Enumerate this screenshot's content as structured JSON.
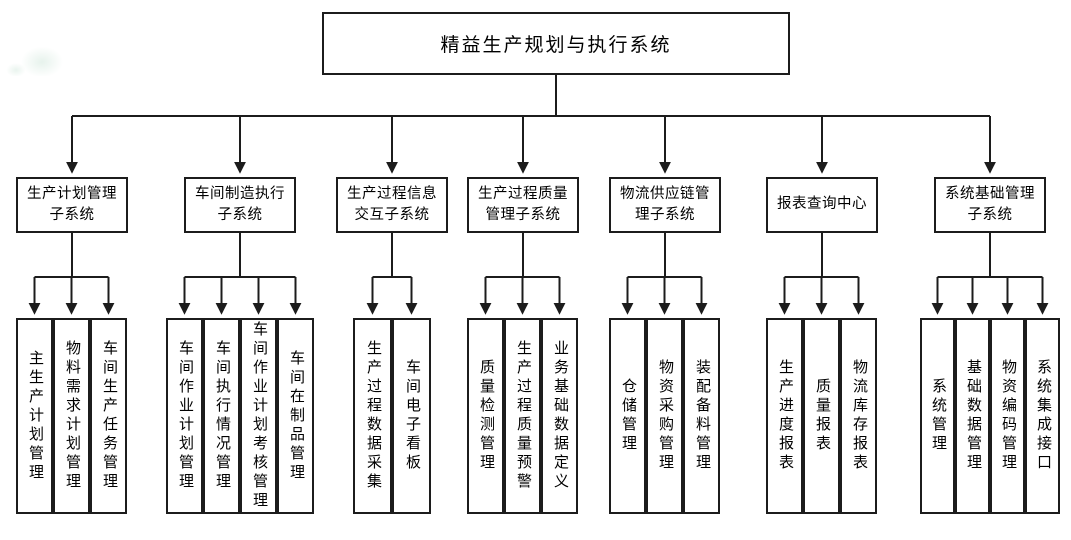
{
  "colors": {
    "background": "#ffffff",
    "box_border": "#1c1c1c",
    "line": "#1c1c1c",
    "text": "#000000",
    "watermark_tint": "#dcede3"
  },
  "tree": {
    "root": "精益生产规划与执行系统",
    "groups": [
      {
        "label": "生产计划管理\n子系统",
        "children": [
          "主生产计划管理",
          "物料需求计划管理",
          "车间生产任务管理"
        ]
      },
      {
        "label": "车间制造执行\n子系统",
        "children": [
          "车间作业计划管理",
          "车间执行情况管理",
          "车间作业计划考核管理",
          "车间在制品管理"
        ]
      },
      {
        "label": "生产过程信息\n交互子系统",
        "children": [
          "生产过程数据采集",
          "车间电子看板"
        ]
      },
      {
        "label": "生产过程质量\n管理子系统",
        "children": [
          "质量检测管理",
          "生产过程质量预警",
          "业务基础数据定义"
        ]
      },
      {
        "label": "物流供应链管\n理子系统",
        "children": [
          "仓储管理",
          "物资采购管理",
          "装配备料管理"
        ]
      },
      {
        "label": "报表查询中心",
        "children": [
          "生产进度报表",
          "质量报表",
          "物流库存报表"
        ]
      },
      {
        "label": "系统基础管理\n子系统",
        "children": [
          "系统管理",
          "基础数据管理",
          "物资编码管理",
          "系统集成接口"
        ]
      }
    ]
  }
}
